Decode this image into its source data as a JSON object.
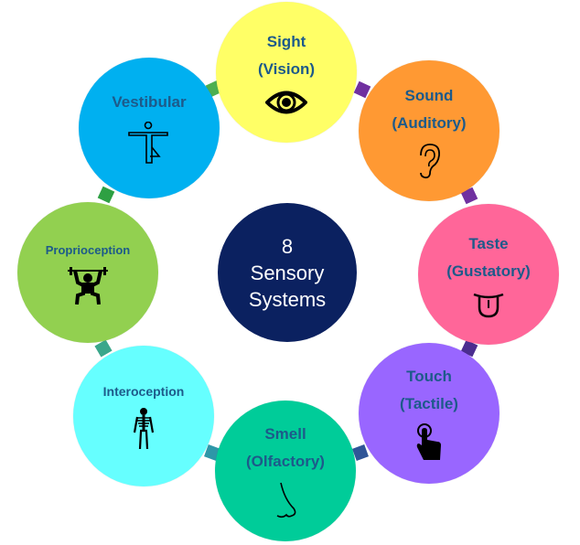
{
  "center": {
    "line1": "8",
    "line2": "Sensory",
    "line3": "Systems",
    "color": "#0b2160"
  },
  "systems": [
    {
      "name": "Sight",
      "sub": "(Vision)",
      "icon": "eye-icon",
      "color": "#ffff66"
    },
    {
      "name": "Sound",
      "sub": "(Auditory)",
      "icon": "ear-icon",
      "color": "#ff9933"
    },
    {
      "name": "Taste",
      "sub": "(Gustatory)",
      "icon": "tongue-icon",
      "color": "#ff6699"
    },
    {
      "name": "Touch",
      "sub": "(Tactile)",
      "icon": "finger-touch-icon",
      "color": "#9966ff"
    },
    {
      "name": "Smell",
      "sub": "(Olfactory)",
      "icon": "nose-icon",
      "color": "#00cc99"
    },
    {
      "name": "Interoception",
      "icon": "skeleton-icon",
      "color": "#66ffff"
    },
    {
      "name": "Proprioception",
      "icon": "weightlifter-icon",
      "color": "#92d050"
    },
    {
      "name": "Vestibular",
      "icon": "balance-pose-icon",
      "color": "#00b0f0"
    }
  ],
  "label_color": "#1d5a8a"
}
